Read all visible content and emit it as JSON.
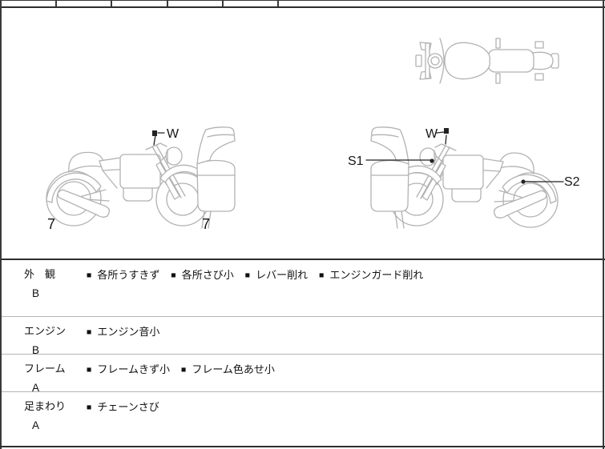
{
  "diagram": {
    "left_bike": {
      "mirror_label": "W",
      "marks": [
        "7",
        "7"
      ]
    },
    "right_bike": {
      "mirror_label": "W",
      "front_mark": "S1",
      "rear_mark": "S2"
    }
  },
  "condition_table": {
    "bullet": "■",
    "rows": [
      {
        "category": "外　観",
        "grade": "B",
        "notes": [
          "各所うすきず",
          "各所さび小",
          "レバー削れ",
          "エンジンガード削れ"
        ]
      },
      {
        "category": "エンジン",
        "grade": "B",
        "notes": [
          "エンジン音小"
        ]
      },
      {
        "category": "フレーム",
        "grade": "A",
        "notes": [
          "フレームきず小",
          "フレーム色あせ小"
        ]
      },
      {
        "category": "足まわり",
        "grade": "A",
        "notes": [
          "チェーンさび"
        ]
      }
    ]
  },
  "colors": {
    "line_art": "#b2b2b2",
    "frame_border": "#3a3a3a",
    "thick_rule": "#2e2e2e",
    "row_divider": "#b5b5b5",
    "text": "#111111"
  }
}
